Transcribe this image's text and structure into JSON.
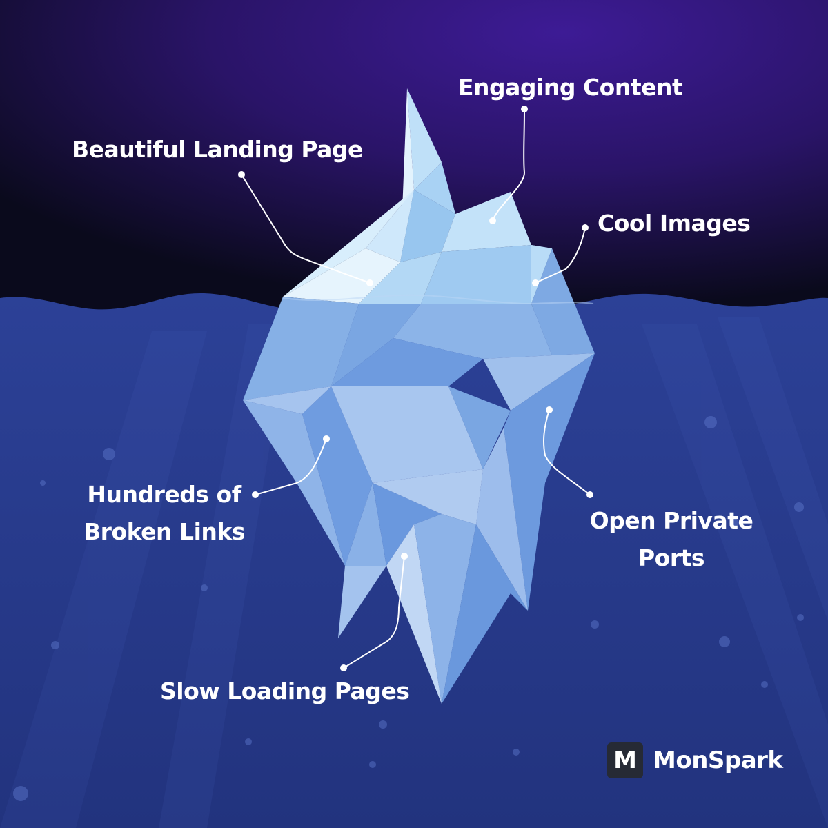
{
  "labels": {
    "engaging_content": "Engaging Content",
    "beautiful_landing_page": "Beautiful Landing Page",
    "cool_images": "Cool Images",
    "broken_links": [
      "Hundreds of",
      "Broken Links"
    ],
    "open_private_ports": [
      "Open Private",
      "Ports"
    ],
    "slow_loading_pages": "Slow Loading Pages"
  },
  "brand": {
    "mark": "M",
    "name": "MonSpark",
    "icon": "monspark-logo-icon"
  },
  "colors": {
    "sky_top": "#3a1a8a",
    "sky_dark": "#0b0a1e",
    "water": "#2a3f94",
    "water_deep": "#1c2a6e",
    "ice_light": "#cfe8fb",
    "ice_mid": "#8cbcec",
    "ice_deep": "#6a9ae0",
    "text": "#ffffff"
  }
}
